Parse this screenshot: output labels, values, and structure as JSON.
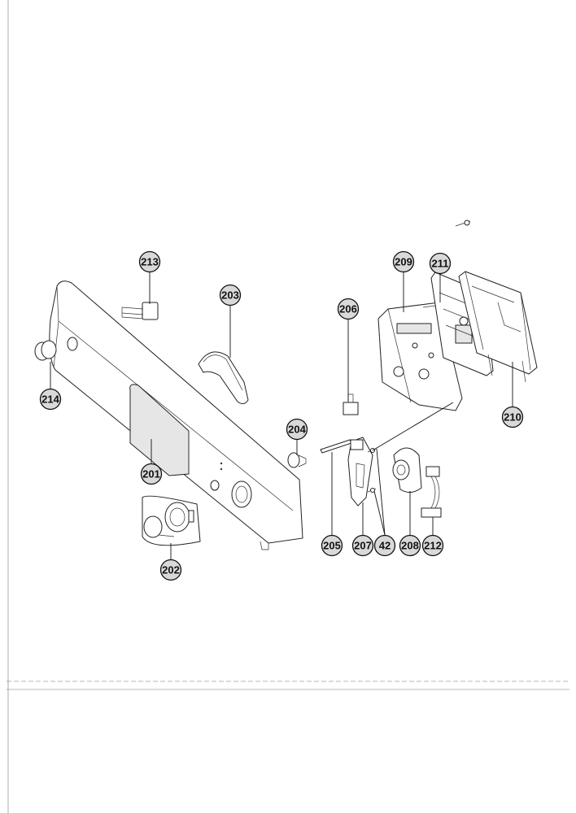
{
  "diagram": {
    "callouts": [
      {
        "id": "c213",
        "label": "213"
      },
      {
        "id": "c203",
        "label": "203"
      },
      {
        "id": "c206",
        "label": "206"
      },
      {
        "id": "c209",
        "label": "209"
      },
      {
        "id": "c211",
        "label": "211"
      },
      {
        "id": "c214",
        "label": "214"
      },
      {
        "id": "c210",
        "label": "210"
      },
      {
        "id": "c204",
        "label": "204"
      },
      {
        "id": "c201",
        "label": "201"
      },
      {
        "id": "c202",
        "label": "202"
      },
      {
        "id": "c205",
        "label": "205"
      },
      {
        "id": "c207",
        "label": "207"
      },
      {
        "id": "c42",
        "label": "42"
      },
      {
        "id": "c208",
        "label": "208"
      },
      {
        "id": "c212",
        "label": "212"
      }
    ]
  }
}
